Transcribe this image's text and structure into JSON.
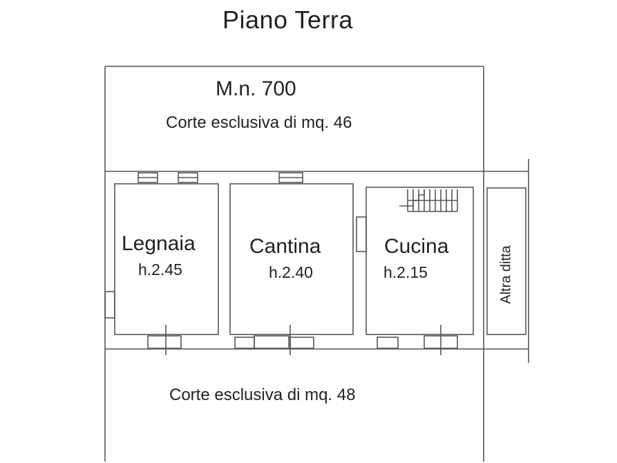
{
  "title": "Piano Terra",
  "parcel": "M.n. 700",
  "courtyards": {
    "top": "Corte esclusiva di mq. 46",
    "bottom": "Corte esclusiva di mq. 48"
  },
  "rooms": [
    {
      "name": "Legnaia",
      "height": "h.2.45"
    },
    {
      "name": "Cantina",
      "height": "h.2.40"
    },
    {
      "name": "Cucina",
      "height": "h.2.15"
    }
  ],
  "neighbor": "Altra ditta"
}
